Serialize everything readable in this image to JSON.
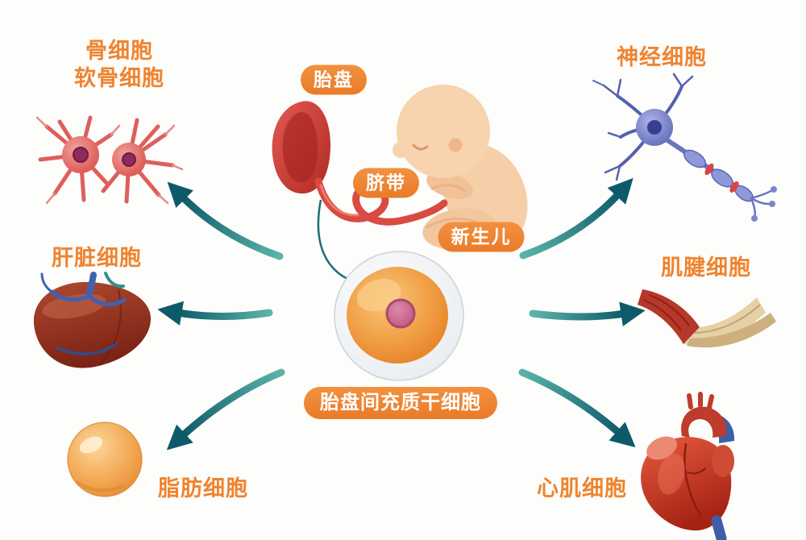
{
  "center_cell": {
    "label": "胎盘间充质干细胞"
  },
  "source_labels": {
    "placenta": "胎盘",
    "umbilical_cord": "脐带",
    "newborn": "新生儿"
  },
  "derived_cells": {
    "bone": {
      "label_line1": "骨细胞",
      "label_line2": "软骨细胞"
    },
    "liver": {
      "label": "肝脏细胞"
    },
    "fat": {
      "label": "脂肪细胞"
    },
    "nerve": {
      "label": "神经细胞"
    },
    "tendon": {
      "label": "肌腱细胞"
    },
    "cardiac": {
      "label": "心肌细胞"
    }
  },
  "colors": {
    "label_orange": "#ef8430",
    "badge_background": "#ef8430",
    "badge_text": "#ffffff",
    "arrow_teal_light": "#5bb3a9",
    "arrow_teal_dark": "#0d5a6a",
    "background": "#fdfdfb"
  }
}
